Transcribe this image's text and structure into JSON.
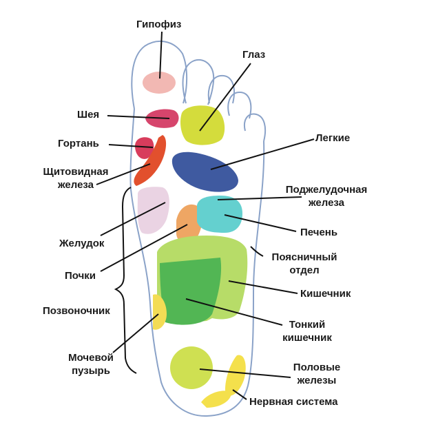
{
  "labels": {
    "gipofiz": "Гипофиз",
    "glaz": "Глаз",
    "sheya": "Шея",
    "gortan": "Гортань",
    "legkie": "Легкие",
    "shchitovidnaya_1": "Щитовидная",
    "shchitovidnaya_2": "железа",
    "podzheludochnaya_1": "Поджелудочная",
    "podzheludochnaya_2": "железа",
    "pechen": "Печень",
    "zheludok": "Желудок",
    "poyasnichny_1": "Поясничный",
    "poyasnichny_2": "отдел",
    "pochki": "Почки",
    "kishechnik": "Кишечник",
    "pozvonochnik": "Позвоночник",
    "tonky_1": "Тонкий",
    "tonky_2": "кишечник",
    "mochevoy_1": "Мочевой",
    "mochevoy_2": "пузырь",
    "polovye_1": "Половые",
    "polovye_2": "железы",
    "nervnaya": "Нервная система"
  },
  "colors": {
    "outline": "#8aa2c8",
    "leader": "#111111",
    "pituitary": "#f2b8b3",
    "neck": "#d6456c",
    "larynx": "#d83c5c",
    "thyroid": "#e2502d",
    "eye": "#d4dc3c",
    "lungs": "#3f5aa0",
    "stomach": "#ead3e3",
    "kidney": "#eea664",
    "liver": "#64d0cf",
    "intestine": "#b7dc68",
    "small_intestine": "#52b654",
    "bladder": "#f3dc55",
    "gonads": "#cfe052",
    "nervous_system": "#f4e04c"
  }
}
